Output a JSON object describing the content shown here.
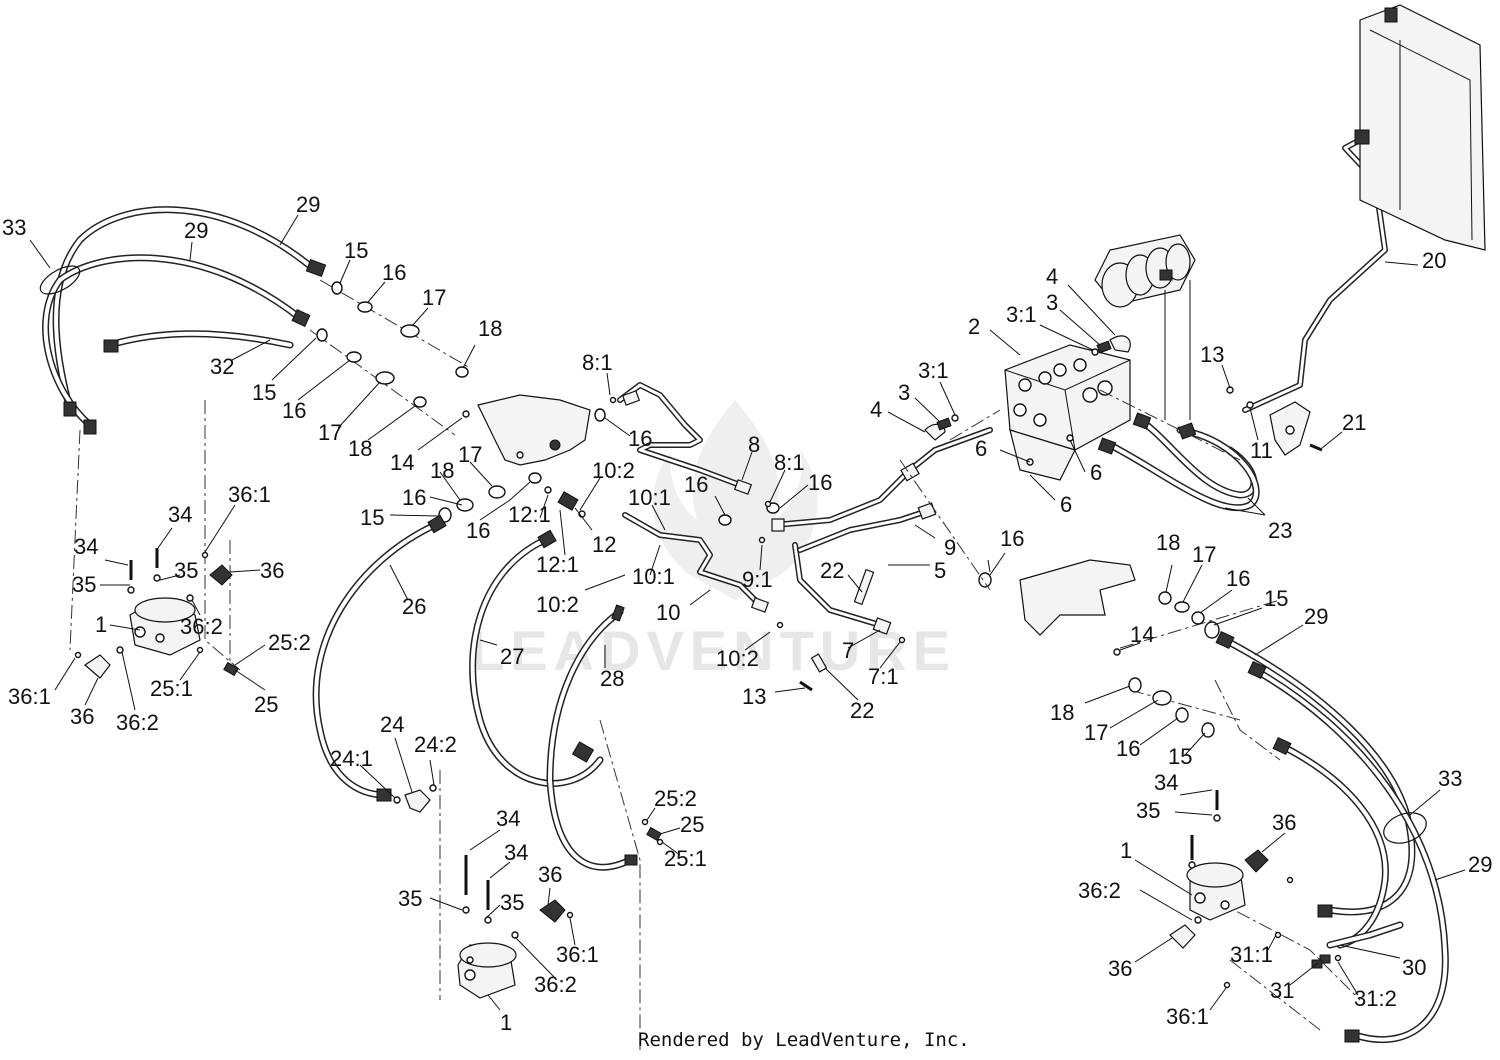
{
  "watermark": "LEADVENTURE",
  "credit": "Rendered by LeadVenture, Inc.",
  "callouts": [
    {
      "id": "c33a",
      "text": "33"
    },
    {
      "id": "c29a",
      "text": "29"
    },
    {
      "id": "c29b",
      "text": "29"
    },
    {
      "id": "c15a",
      "text": "15"
    },
    {
      "id": "c16a",
      "text": "16"
    },
    {
      "id": "c17a",
      "text": "17"
    },
    {
      "id": "c18a",
      "text": "18"
    },
    {
      "id": "c32",
      "text": "32"
    },
    {
      "id": "c15b",
      "text": "15"
    },
    {
      "id": "c16b",
      "text": "16"
    },
    {
      "id": "c17b",
      "text": "17"
    },
    {
      "id": "c18b",
      "text": "18"
    },
    {
      "id": "c14a",
      "text": "14"
    },
    {
      "id": "c8_1a",
      "text": "8:1"
    },
    {
      "id": "c16c",
      "text": "16"
    },
    {
      "id": "c8",
      "text": "8"
    },
    {
      "id": "c8_1b",
      "text": "8:1"
    },
    {
      "id": "c16d",
      "text": "16"
    },
    {
      "id": "c18c",
      "text": "18"
    },
    {
      "id": "c17c",
      "text": "17"
    },
    {
      "id": "c16e",
      "text": "16"
    },
    {
      "id": "c15c",
      "text": "15"
    },
    {
      "id": "c16f",
      "text": "16"
    },
    {
      "id": "c10_2a",
      "text": "10:2"
    },
    {
      "id": "c12_1a",
      "text": "12:1"
    },
    {
      "id": "c12",
      "text": "12"
    },
    {
      "id": "c10_1a",
      "text": "10:1"
    },
    {
      "id": "c16g",
      "text": "16"
    },
    {
      "id": "c12_1b",
      "text": "12:1"
    },
    {
      "id": "c10_1b",
      "text": "10:1"
    },
    {
      "id": "c10_2b",
      "text": "10:2"
    },
    {
      "id": "c10",
      "text": "10"
    },
    {
      "id": "c10_2c",
      "text": "10:2"
    },
    {
      "id": "c9_1",
      "text": "9:1"
    },
    {
      "id": "c9",
      "text": "9"
    },
    {
      "id": "c22a",
      "text": "22"
    },
    {
      "id": "c5",
      "text": "5"
    },
    {
      "id": "c16h",
      "text": "16"
    },
    {
      "id": "c7",
      "text": "7"
    },
    {
      "id": "c7_1",
      "text": "7:1"
    },
    {
      "id": "c13a",
      "text": "13"
    },
    {
      "id": "c22b",
      "text": "22"
    },
    {
      "id": "c26",
      "text": "26"
    },
    {
      "id": "c27",
      "text": "27"
    },
    {
      "id": "c28",
      "text": "28"
    },
    {
      "id": "c24",
      "text": "24"
    },
    {
      "id": "c24_1",
      "text": "24:1"
    },
    {
      "id": "c24_2",
      "text": "24:2"
    },
    {
      "id": "c34a",
      "text": "34"
    },
    {
      "id": "c34b",
      "text": "34"
    },
    {
      "id": "c36_1a",
      "text": "36:1"
    },
    {
      "id": "c35a",
      "text": "35"
    },
    {
      "id": "c35b",
      "text": "35"
    },
    {
      "id": "c36a",
      "text": "36"
    },
    {
      "id": "c36_2a",
      "text": "36:2"
    },
    {
      "id": "c1a",
      "text": "1"
    },
    {
      "id": "c25_2a",
      "text": "25:2"
    },
    {
      "id": "c25_1a",
      "text": "25:1"
    },
    {
      "id": "c25a",
      "text": "25"
    },
    {
      "id": "c36_1b",
      "text": "36:1"
    },
    {
      "id": "c36b",
      "text": "36"
    },
    {
      "id": "c36_2b",
      "text": "36:2"
    },
    {
      "id": "c34c",
      "text": "34"
    },
    {
      "id": "c34d",
      "text": "34"
    },
    {
      "id": "c35c",
      "text": "35"
    },
    {
      "id": "c35d",
      "text": "35"
    },
    {
      "id": "c36c",
      "text": "36"
    },
    {
      "id": "c36_1c",
      "text": "36:1"
    },
    {
      "id": "c36_2c",
      "text": "36:2"
    },
    {
      "id": "c1b",
      "text": "1"
    },
    {
      "id": "c25_2b",
      "text": "25:2"
    },
    {
      "id": "c25b",
      "text": "25"
    },
    {
      "id": "c25_1b",
      "text": "25:1"
    },
    {
      "id": "c4a",
      "text": "4"
    },
    {
      "id": "c3a",
      "text": "3"
    },
    {
      "id": "c3_1a",
      "text": "3:1"
    },
    {
      "id": "c2",
      "text": "2"
    },
    {
      "id": "c3_1b",
      "text": "3:1"
    },
    {
      "id": "c3b",
      "text": "3"
    },
    {
      "id": "c4b",
      "text": "4"
    },
    {
      "id": "c6a",
      "text": "6"
    },
    {
      "id": "c6b",
      "text": "6"
    },
    {
      "id": "c6c",
      "text": "6"
    },
    {
      "id": "c20",
      "text": "20"
    },
    {
      "id": "c13b",
      "text": "13"
    },
    {
      "id": "c11",
      "text": "11"
    },
    {
      "id": "c21",
      "text": "21"
    },
    {
      "id": "c23",
      "text": "23"
    },
    {
      "id": "c18d",
      "text": "18"
    },
    {
      "id": "c17d",
      "text": "17"
    },
    {
      "id": "c16i",
      "text": "16"
    },
    {
      "id": "c15d",
      "text": "15"
    },
    {
      "id": "c29c",
      "text": "29"
    },
    {
      "id": "c14b",
      "text": "14"
    },
    {
      "id": "c18e",
      "text": "18"
    },
    {
      "id": "c17e",
      "text": "17"
    },
    {
      "id": "c16j",
      "text": "16"
    },
    {
      "id": "c15e",
      "text": "15"
    },
    {
      "id": "c33b",
      "text": "33"
    },
    {
      "id": "c34e",
      "text": "34"
    },
    {
      "id": "c35e",
      "text": "35"
    },
    {
      "id": "c36d",
      "text": "36"
    },
    {
      "id": "c1c",
      "text": "1"
    },
    {
      "id": "c36_2d",
      "text": "36:2"
    },
    {
      "id": "c29d",
      "text": "29"
    },
    {
      "id": "c36e",
      "text": "36"
    },
    {
      "id": "c31_1",
      "text": "31:1"
    },
    {
      "id": "c30",
      "text": "30"
    },
    {
      "id": "c31",
      "text": "31"
    },
    {
      "id": "c31_2",
      "text": "31:2"
    },
    {
      "id": "c36_1d",
      "text": "36:1"
    }
  ]
}
